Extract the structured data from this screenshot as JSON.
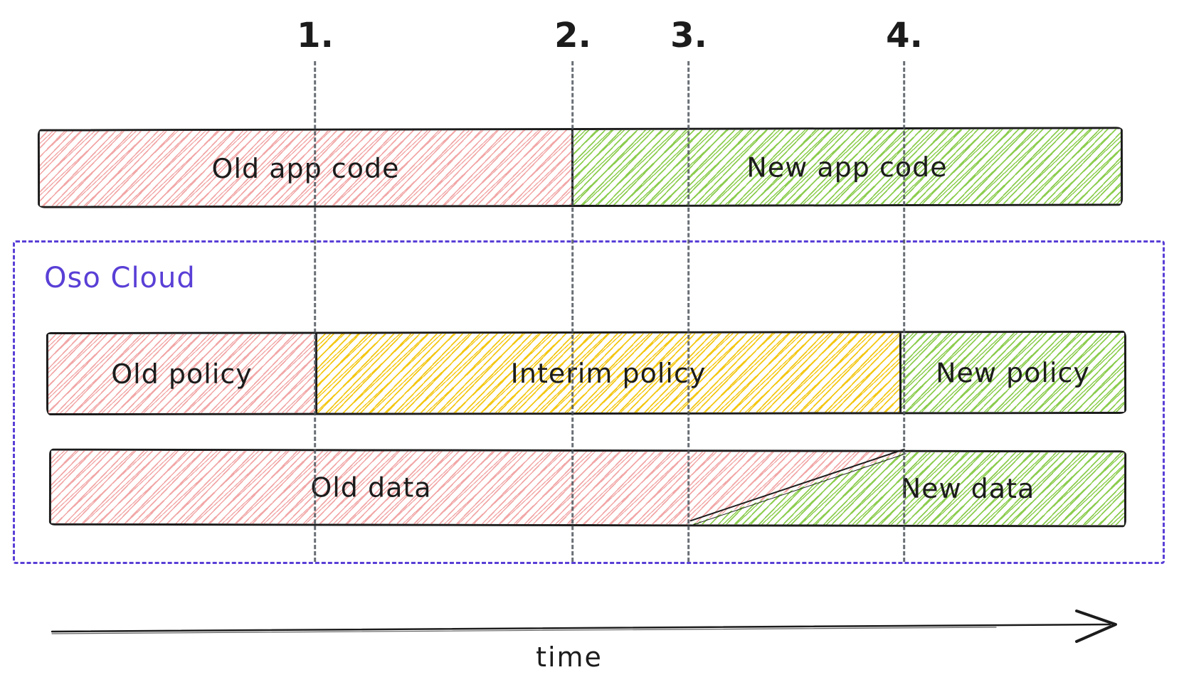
{
  "colors": {
    "ink": "#1c1c1c",
    "red": "#f2a7a7",
    "green": "#8ccd4f",
    "yellow": "#f4c713",
    "purple": "#5a3fd6",
    "gridline": "#4f565e"
  },
  "phases": [
    {
      "label": "1."
    },
    {
      "label": "2."
    },
    {
      "label": "3."
    },
    {
      "label": "4."
    }
  ],
  "app_code_bar": {
    "old": "Old app code",
    "new": "New app code"
  },
  "oso_cloud": {
    "label": "Oso Cloud",
    "policy_bar": {
      "old": "Old policy",
      "interim": "Interim policy",
      "new": "New policy"
    },
    "data_bar": {
      "old": "Old data",
      "new": "New data"
    }
  },
  "time_axis": {
    "label": "time"
  }
}
